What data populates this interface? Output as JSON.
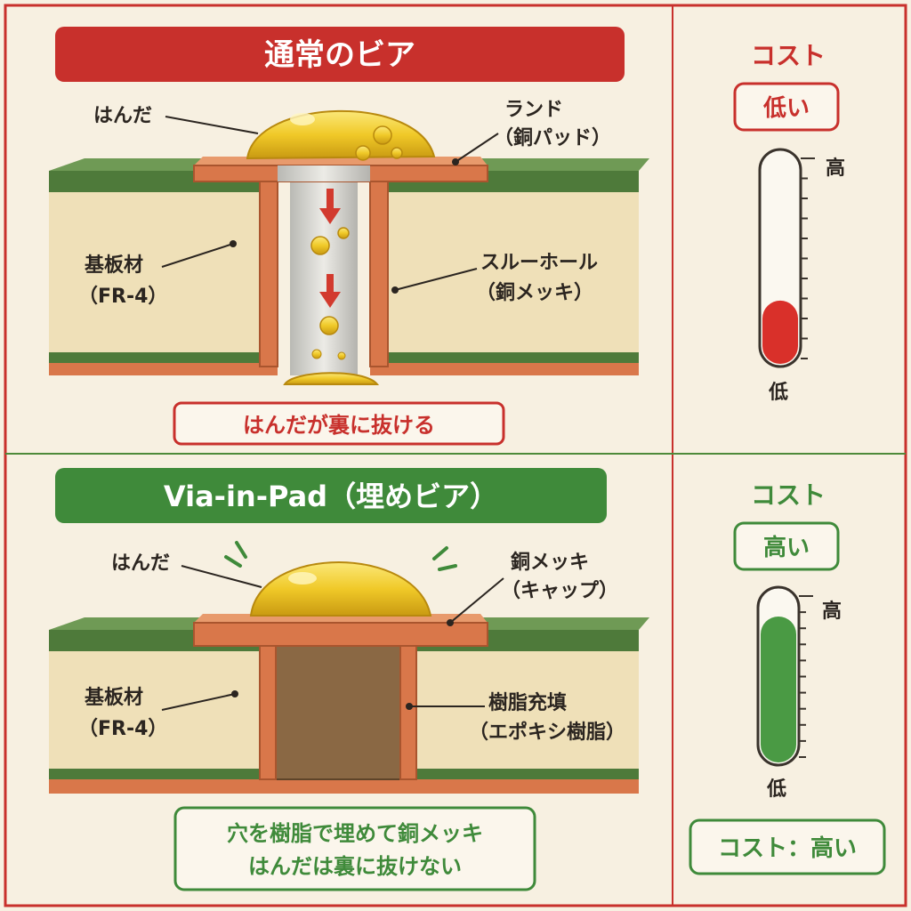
{
  "top": {
    "title": "通常のビア",
    "labels": {
      "solder": "はんだ",
      "land_line1": "ランド",
      "land_line2": "（銅パッド）",
      "substrate_line1": "基板材",
      "substrate_line2": "（FR-4）",
      "through_line1": "スルーホール",
      "through_line2": "（銅メッキ）"
    },
    "note": "はんだが裏に抜ける",
    "cost_title": "コスト",
    "cost_badge": "低い",
    "gauge_high": "高",
    "gauge_low": "低",
    "gauge_level": 0.3
  },
  "bottom": {
    "title": "Via-in-Pad（埋めビア）",
    "labels": {
      "solder": "はんだ",
      "cap_line1": "銅メッキ",
      "cap_line2": "（キャップ）",
      "substrate_line1": "基板材",
      "substrate_line2": "（FR-4）",
      "resin_line1": "樹脂充填",
      "resin_line2": "（エポキシ樹脂）"
    },
    "note_line1": "穴を樹脂で埋めて銅メッキ",
    "note_line2": "はんだは裏に抜けない",
    "cost_title": "コスト",
    "cost_badge": "高い",
    "gauge_high": "高",
    "gauge_low": "低",
    "gauge_level": 0.85,
    "summary": "コスト：高い"
  },
  "colors": {
    "red": "#c8302c",
    "green": "#3f8a3a",
    "copper": "#d9774a",
    "solder": "#f2cd2e",
    "substrate": "#efe0b8",
    "resin": "#8a6844",
    "board_green": "#4e7a3a"
  }
}
